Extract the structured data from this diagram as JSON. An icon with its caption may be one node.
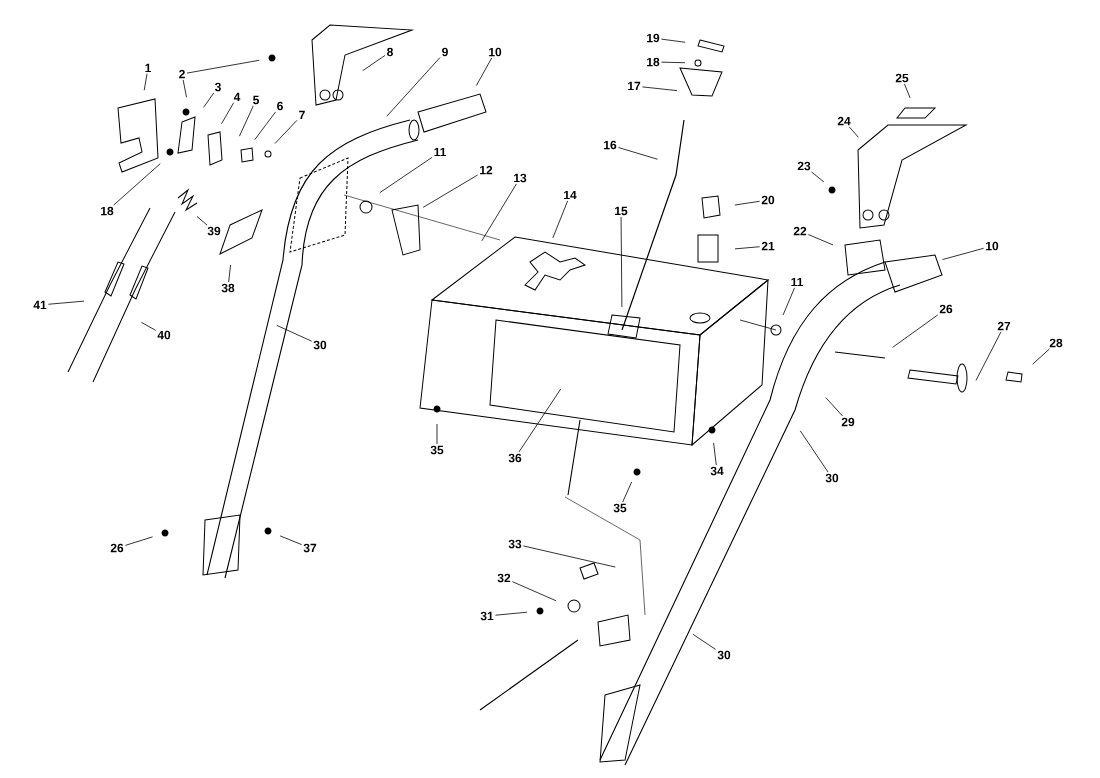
{
  "diagram": {
    "nodes": [
      {
        "text": [
          "1"
        ]
      },
      {
        "text": [
          "2"
        ]
      },
      {
        "text": [
          "3"
        ]
      },
      {
        "text": [
          "4"
        ]
      },
      {
        "text": [
          "5"
        ]
      },
      {
        "text": [
          "6"
        ]
      },
      {
        "text": [
          "7"
        ]
      },
      {
        "text": [
          "8"
        ]
      },
      {
        "text": [
          "9"
        ]
      },
      {
        "text": [
          "10"
        ]
      },
      {
        "text": [
          "11"
        ]
      },
      {
        "text": [
          "12"
        ]
      },
      {
        "text": [
          "13"
        ]
      },
      {
        "text": [
          "14"
        ]
      },
      {
        "text": [
          "15"
        ]
      },
      {
        "text": [
          "16"
        ]
      },
      {
        "text": [
          "17"
        ]
      },
      {
        "text": [
          "18"
        ]
      },
      {
        "text": [
          "19"
        ]
      },
      {
        "text": [
          "20"
        ]
      },
      {
        "text": [
          "21"
        ]
      },
      {
        "text": [
          "22"
        ]
      },
      {
        "text": [
          "23"
        ]
      },
      {
        "text": [
          "24"
        ]
      },
      {
        "text": [
          "25"
        ]
      },
      {
        "text": [
          "10"
        ]
      },
      {
        "text": [
          "26"
        ]
      },
      {
        "text": [
          "27"
        ]
      },
      {
        "text": [
          "28"
        ]
      },
      {
        "text": [
          "29"
        ]
      },
      {
        "text": [
          "30"
        ]
      },
      {
        "text": [
          "11"
        ]
      },
      {
        "text": [
          "30"
        ]
      },
      {
        "text": [
          "41"
        ]
      },
      {
        "text": [
          "40"
        ]
      },
      {
        "text": [
          "39"
        ]
      },
      {
        "text": [
          "38"
        ]
      },
      {
        "text": [
          "18"
        ]
      },
      {
        "text": [
          "35"
        ]
      },
      {
        "text": [
          "36"
        ]
      },
      {
        "text": [
          "35"
        ]
      },
      {
        "text": [
          "34"
        ]
      },
      {
        "text": [
          "37"
        ]
      },
      {
        "text": [
          "26"
        ]
      },
      {
        "text": [
          "33"
        ]
      },
      {
        "text": [
          "32"
        ]
      },
      {
        "text": [
          "31"
        ]
      },
      {
        "text": [
          "30"
        ]
      }
    ],
    "edges": [
      {
        "from": 0,
        "to": null,
        "arrow": "none"
      },
      {
        "from": 1,
        "to": null,
        "arrow": "none"
      },
      {
        "from": 1,
        "to": null,
        "arrow": "none"
      },
      {
        "from": 2,
        "to": null,
        "arrow": "none"
      },
      {
        "from": 3,
        "to": null,
        "arrow": "none"
      },
      {
        "from": 4,
        "to": null,
        "arrow": "none"
      },
      {
        "from": 5,
        "to": null,
        "arrow": "none"
      },
      {
        "from": 6,
        "to": null,
        "arrow": "none"
      },
      {
        "from": 7,
        "to": null,
        "arrow": "none"
      },
      {
        "from": 8,
        "to": null,
        "arrow": "none"
      },
      {
        "from": 9,
        "to": null,
        "arrow": "none"
      },
      {
        "from": 10,
        "to": null,
        "arrow": "none"
      },
      {
        "from": 11,
        "to": null,
        "arrow": "none"
      },
      {
        "from": 12,
        "to": null,
        "arrow": "none"
      },
      {
        "from": 13,
        "to": null,
        "arrow": "none"
      },
      {
        "from": 14,
        "to": null,
        "arrow": "none"
      },
      {
        "from": 15,
        "to": null,
        "arrow": "none"
      },
      {
        "from": 16,
        "to": null,
        "arrow": "none"
      },
      {
        "from": 17,
        "to": null,
        "arrow": "none"
      },
      {
        "from": 18,
        "to": null,
        "arrow": "none"
      },
      {
        "from": 19,
        "to": null,
        "arrow": "none"
      },
      {
        "from": 20,
        "to": null,
        "arrow": "none"
      },
      {
        "from": 21,
        "to": null,
        "arrow": "none"
      },
      {
        "from": 22,
        "to": null,
        "arrow": "none"
      },
      {
        "from": 23,
        "to": null,
        "arrow": "none"
      },
      {
        "from": 24,
        "to": null,
        "arrow": "none"
      },
      {
        "from": 25,
        "to": null,
        "arrow": "none"
      },
      {
        "from": 26,
        "to": null,
        "arrow": "none"
      },
      {
        "from": 27,
        "to": null,
        "arrow": "none"
      },
      {
        "from": 28,
        "to": null,
        "arrow": "none"
      },
      {
        "from": 29,
        "to": null,
        "arrow": "none"
      },
      {
        "from": 30,
        "to": null,
        "arrow": "none"
      },
      {
        "from": 31,
        "to": null,
        "arrow": "none"
      },
      {
        "from": 32,
        "to": null,
        "arrow": "none"
      },
      {
        "from": 33,
        "to": null,
        "arrow": "none"
      },
      {
        "from": 34,
        "to": null,
        "arrow": "none"
      },
      {
        "from": 35,
        "to": null,
        "arrow": "none"
      },
      {
        "from": 36,
        "to": null,
        "arrow": "none"
      },
      {
        "from": 37,
        "to": null,
        "arrow": "none"
      },
      {
        "from": 38,
        "to": null,
        "arrow": "none"
      },
      {
        "from": 39,
        "to": null,
        "arrow": "none"
      },
      {
        "from": 40,
        "to": null,
        "arrow": "none"
      },
      {
        "from": 41,
        "to": null,
        "arrow": "none"
      },
      {
        "from": 42,
        "to": null,
        "arrow": "none"
      },
      {
        "from": 43,
        "to": null,
        "arrow": "none"
      },
      {
        "from": 44,
        "to": null,
        "arrow": "none"
      },
      {
        "from": 45,
        "to": null,
        "arrow": "none"
      },
      {
        "from": 46,
        "to": null,
        "arrow": "none"
      },
      {
        "from": 47,
        "to": null,
        "arrow": "none"
      }
    ]
  }
}
